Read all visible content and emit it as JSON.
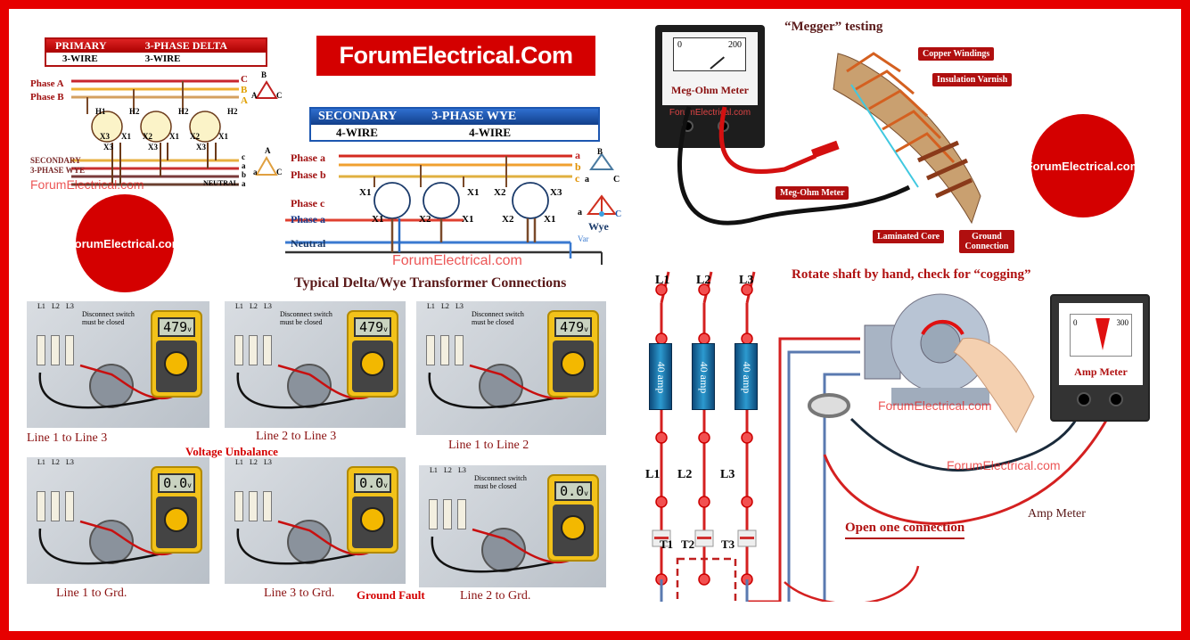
{
  "brand": {
    "logo_text": "ForumElectrical.Com",
    "circle_logo": "ForumElectrical.com",
    "watermark": "ForumElectrical.com",
    "accent": "#d40000"
  },
  "delta": {
    "header_left": "PRIMARY",
    "header_right": "3-PHASE DELTA",
    "sub_left": "3-WIRE",
    "sub_right": "3-WIRE",
    "phase_a": "Phase A",
    "phase_b": "Phase B",
    "line_labels": [
      "C",
      "B",
      "A"
    ],
    "terminals": [
      "H1",
      "H2",
      "H2",
      "H2",
      "X3",
      "X3",
      "X1",
      "X2",
      "X3",
      "X1",
      "X2",
      "X3",
      "X1"
    ],
    "secondary": "SECONDARY",
    "secondary_type": "3-PHASE WYE",
    "sec_labels": [
      "c",
      "a",
      "b",
      "a"
    ],
    "neutral": "NEUTRAL",
    "triangle_top": [
      "B",
      "A",
      "C"
    ],
    "triangle_bottom": [
      "A",
      "a",
      "C"
    ]
  },
  "wye": {
    "header_left": "SECONDARY",
    "header_right": "3-PHASE WYE",
    "sub_left": "4-WIRE",
    "sub_right": "4-WIRE",
    "phases": [
      "Phase a",
      "Phase b",
      "Phase c",
      "Phase a"
    ],
    "neutral": "Neutral",
    "line_labels": [
      "a",
      "b",
      "c"
    ],
    "terminals": [
      "X1",
      "X1",
      "X2",
      "X3",
      "X1",
      "X2",
      "X1",
      "X2",
      "X1"
    ],
    "triangle": [
      "B",
      "a",
      "C"
    ],
    "wye_labels": [
      "a",
      "C"
    ],
    "wye_title": "Wye",
    "var": "Var",
    "title": "Typical Delta/Wye Transformer Connections"
  },
  "voltage_tests": {
    "disconnect_note": "Disconnect switch must be closed",
    "switch_labels": [
      "L1",
      "L2",
      "L3"
    ],
    "group1": "Voltage Unbalance",
    "group2": "Ground Fault",
    "panels": [
      {
        "caption": "Line 1 to Line 3",
        "reading": "479",
        "unit": "v",
        "note": true
      },
      {
        "caption": "Line 2 to Line 3",
        "reading": "479",
        "unit": "v",
        "note": true
      },
      {
        "caption": "Line 1 to Line 2",
        "reading": "479",
        "unit": "v",
        "note": true
      },
      {
        "caption": "Line 1 to Grd.",
        "reading": "0.0",
        "unit": "v",
        "note": false
      },
      {
        "caption": "Line 3 to Grd.",
        "reading": "0.0",
        "unit": "v",
        "note": false
      },
      {
        "caption": "Line 2 to Grd.",
        "reading": "0.0",
        "unit": "v",
        "note": true
      }
    ]
  },
  "megger": {
    "title": "“Megger” testing",
    "meter_label": "Meg-Ohm Meter",
    "scale_min": "0",
    "scale_max": "200",
    "meter_brand": "ForumElectrical.com",
    "callouts": [
      "Copper Windings",
      "Insulation Varnish",
      "Meg-Ohm Meter",
      "Laminated Core",
      "Ground Connection"
    ]
  },
  "cogging": {
    "title": "Rotate shaft by hand, check for “cogging”",
    "lines_top": [
      "L1",
      "L2",
      "L3"
    ],
    "fuse_label": "40 amp",
    "lines_mid": [
      "L1",
      "L2",
      "L3"
    ],
    "terminals": [
      "T1",
      "T2",
      "T3"
    ],
    "amp_meter": "Amp Meter",
    "amp_min": "0",
    "amp_max": "300",
    "amp_note": "Amp Meter",
    "open_note": "Open one connection"
  }
}
